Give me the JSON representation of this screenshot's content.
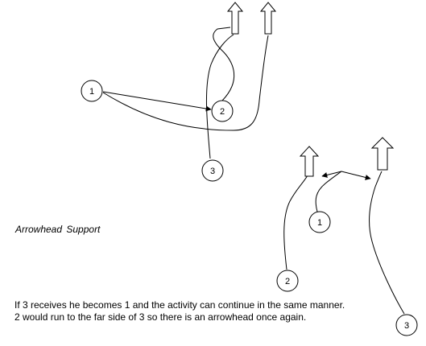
{
  "diagram": {
    "caption": "Arrowhead  Support",
    "description": [
      "If 3 receives he becomes 1 and the activity can continue in the same manner.",
      "2 would run to the far side of 3 so there is an arrowhead once again."
    ],
    "top_diagram": {
      "players": [
        {
          "label": "1"
        },
        {
          "label": "2"
        },
        {
          "label": "3"
        }
      ]
    },
    "bottom_diagram": {
      "players": [
        {
          "label": "1"
        },
        {
          "label": "2"
        },
        {
          "label": "3"
        }
      ]
    }
  }
}
